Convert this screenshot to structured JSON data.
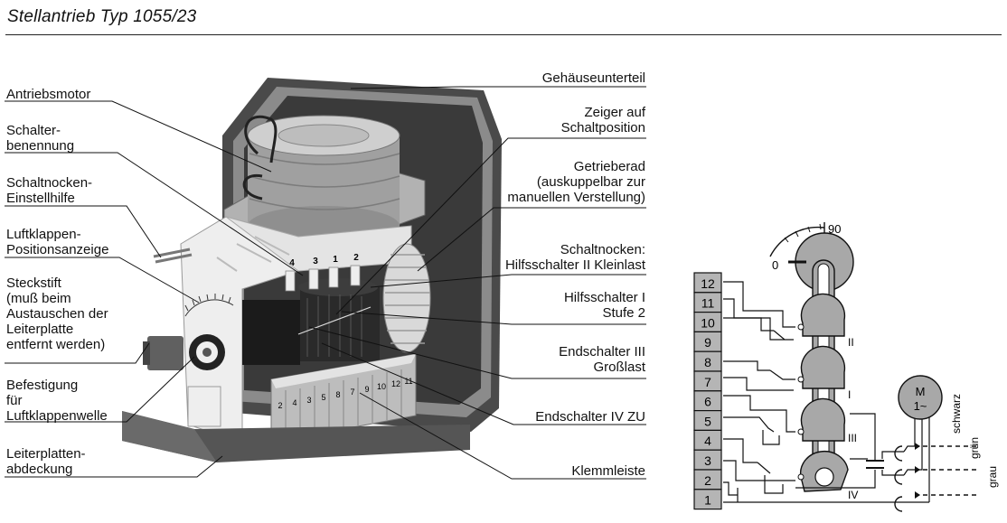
{
  "title": "Stellantrieb Typ 1055/23",
  "left_labels": [
    {
      "id": "antriebsmotor",
      "text": "Antriebsmotor"
    },
    {
      "id": "schalterbenennung",
      "text": "Schalter-\nbenennung"
    },
    {
      "id": "einstellhilfe",
      "text": "Schaltnocken-\nEinstellhilfe"
    },
    {
      "id": "positionsanzeige",
      "text": "Luftklappen-\nPositionsanzeige"
    },
    {
      "id": "steckstift",
      "text": "Steckstift\n(muß beim\nAustauschen der\nLeiterplatte\nentfernt werden)"
    },
    {
      "id": "befestigung",
      "text": "Befestigung\nfür\nLuftklappenwelle"
    },
    {
      "id": "abdeckung",
      "text": "Leiterplatten-\nabdeckung"
    }
  ],
  "right_labels": [
    {
      "id": "gehaeuse",
      "text": "Gehäuseunterteil"
    },
    {
      "id": "zeiger",
      "text": "Zeiger auf\nSchaltposition"
    },
    {
      "id": "getrieberad",
      "text": "Getrieberad\n(auskuppelbar zur\nmanuellen Verstellung)"
    },
    {
      "id": "schaltnocken",
      "text": "Schaltnocken:\nHilfsschalter II Kleinlast"
    },
    {
      "id": "hilfsschalter1",
      "text": "Hilfsschalter I\nStufe 2"
    },
    {
      "id": "endschalter3",
      "text": "Endschalter III\nGroßlast"
    },
    {
      "id": "endschalter4",
      "text": "Endschalter IV ZU"
    },
    {
      "id": "klemmleiste",
      "text": "Klemmleiste"
    }
  ],
  "photo_marks": {
    "switch_numbers": [
      "4",
      "3",
      "1",
      "2"
    ],
    "terminal_numbers": [
      "2",
      "4",
      "3",
      "5",
      "8",
      "7",
      "9",
      "10",
      "12",
      "11"
    ]
  },
  "schematic": {
    "terminals": [
      "12",
      "11",
      "10",
      "9",
      "8",
      "7",
      "6",
      "5",
      "4",
      "3",
      "2",
      "1"
    ],
    "switch_labels": [
      "II",
      "I",
      "III",
      "IV"
    ],
    "angle_start": "0",
    "angle_end": "90",
    "motor_label": "M",
    "motor_sub": "1~",
    "wire_labels": [
      "schwarz",
      "grün",
      "grau"
    ]
  },
  "colors": {
    "ink": "#111111",
    "housing_dark": "#4a4a4a",
    "housing_light": "#c9c9c9",
    "body_white": "#eeeeee",
    "cam_gray": "#a8a8a8",
    "terminal_gray": "#b5b5b5"
  }
}
